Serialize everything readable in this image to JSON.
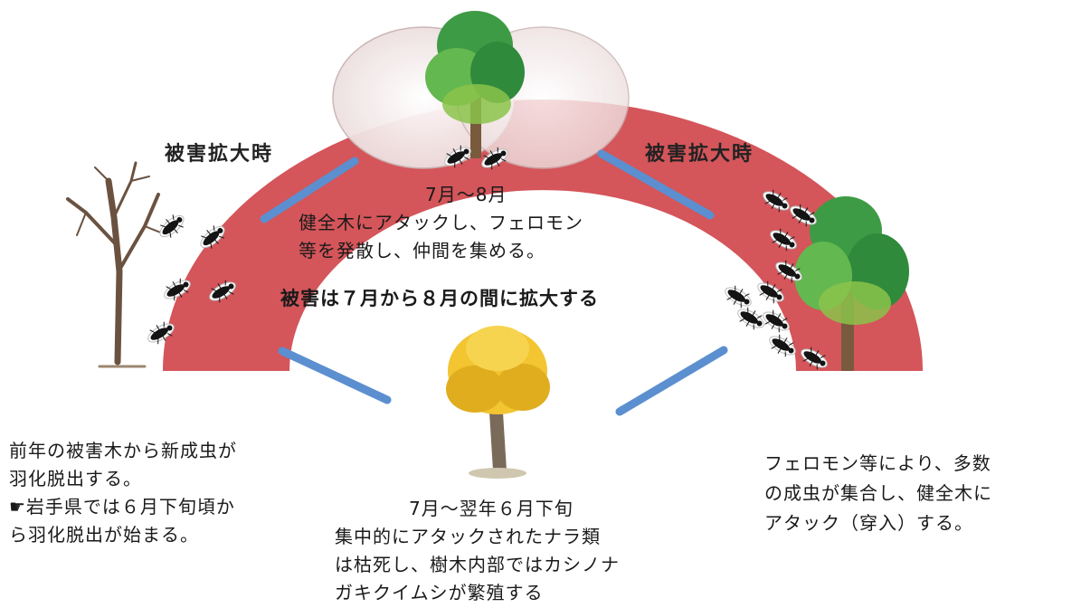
{
  "colors": {
    "arc_band": "#d4555a",
    "arrow": "#5b8fd0",
    "ellipse_fill": "#f2e6e6",
    "text": "#1a1a1a",
    "foliage_green": "#4caf50",
    "foliage_yellow": "#f2c531",
    "trunk": "#7a5a3c"
  },
  "labels": {
    "damage_left": "被害拡大時",
    "damage_right": "被害拡大時",
    "top_period": "7月～8月",
    "top_desc_1": "健全木にアタックし、フェロモン",
    "top_desc_2": "等を発散し、仲間を集める。",
    "center_statement": "被害は７月から８月の間に拡大する",
    "left_line_1": "前年の被害木から新成虫が",
    "left_line_2": "羽化脱出する。",
    "left_line_3": "☛岩手県では６月下旬頃か",
    "left_line_4": "ら羽化脱出が始まる。",
    "bottom_period": "7月～翌年６月下旬",
    "bottom_line_1": "集中的にアタックされたナラ類",
    "bottom_line_2": "は枯死し、樹木内部ではカシノナ",
    "bottom_line_3": "ガキクイムシが繁殖する",
    "right_line_1": "フェロモン等により、多数",
    "right_line_2": "の成虫が集合し、健全木に",
    "right_line_3": "アタック（穿入）する。"
  },
  "icons": [
    "dead-tree-icon",
    "healthy-tree-icon",
    "yellow-tree-icon",
    "beetle-icon",
    "arrow-icon"
  ]
}
